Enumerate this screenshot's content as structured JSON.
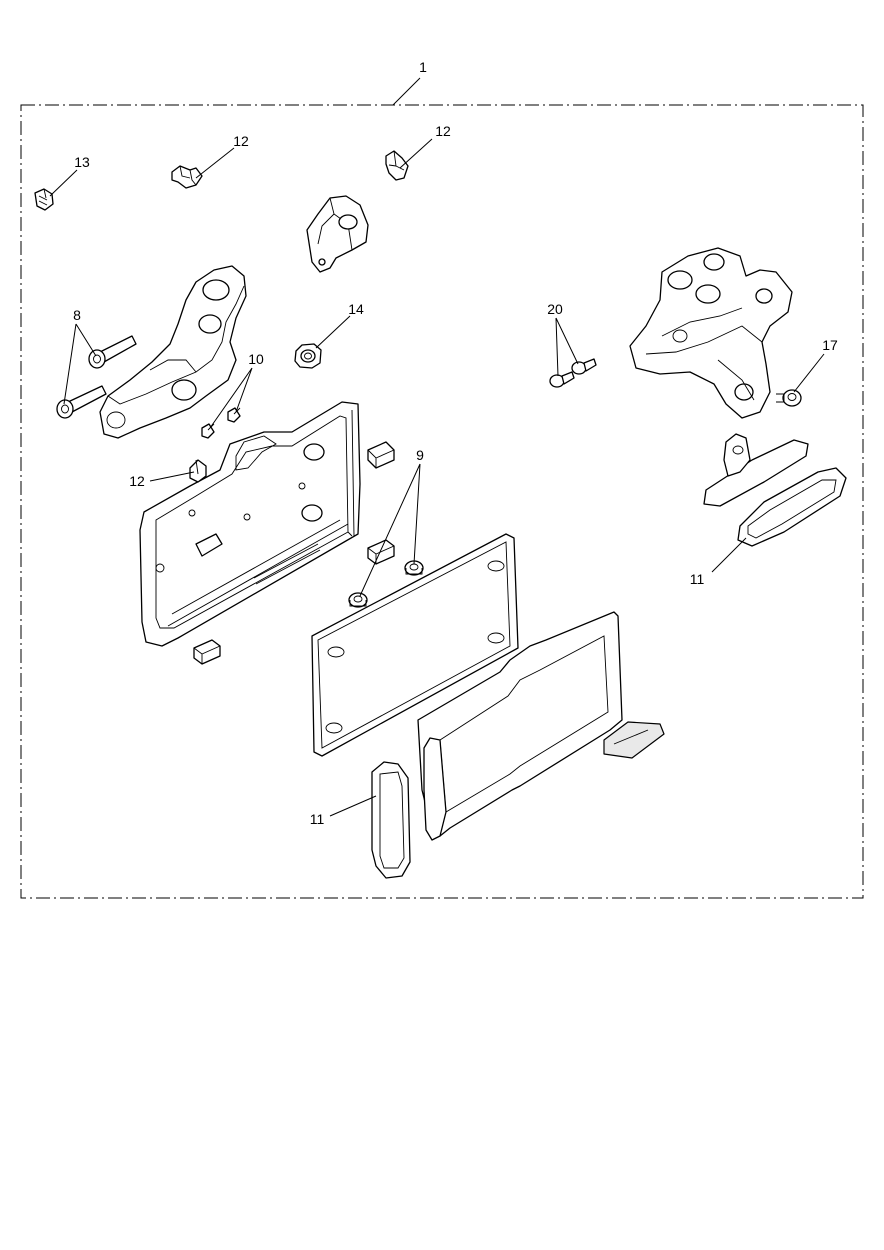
{
  "diagram": {
    "callouts": [
      {
        "id": "kit",
        "label": "1"
      },
      {
        "id": "clip-left",
        "label": "12"
      },
      {
        "id": "clip-right",
        "label": "12"
      },
      {
        "id": "clip-plate",
        "label": "12"
      },
      {
        "id": "nut-13",
        "label": "13"
      },
      {
        "id": "nut-14",
        "label": "14"
      },
      {
        "id": "bolts-8",
        "label": "8"
      },
      {
        "id": "screws-10",
        "label": "10"
      },
      {
        "id": "screws-20",
        "label": "20"
      },
      {
        "id": "screw-17",
        "label": "17"
      },
      {
        "id": "screws-9",
        "label": "9"
      },
      {
        "id": "reflector-right",
        "label": "11"
      },
      {
        "id": "reflector-bottom",
        "label": "11"
      }
    ]
  }
}
